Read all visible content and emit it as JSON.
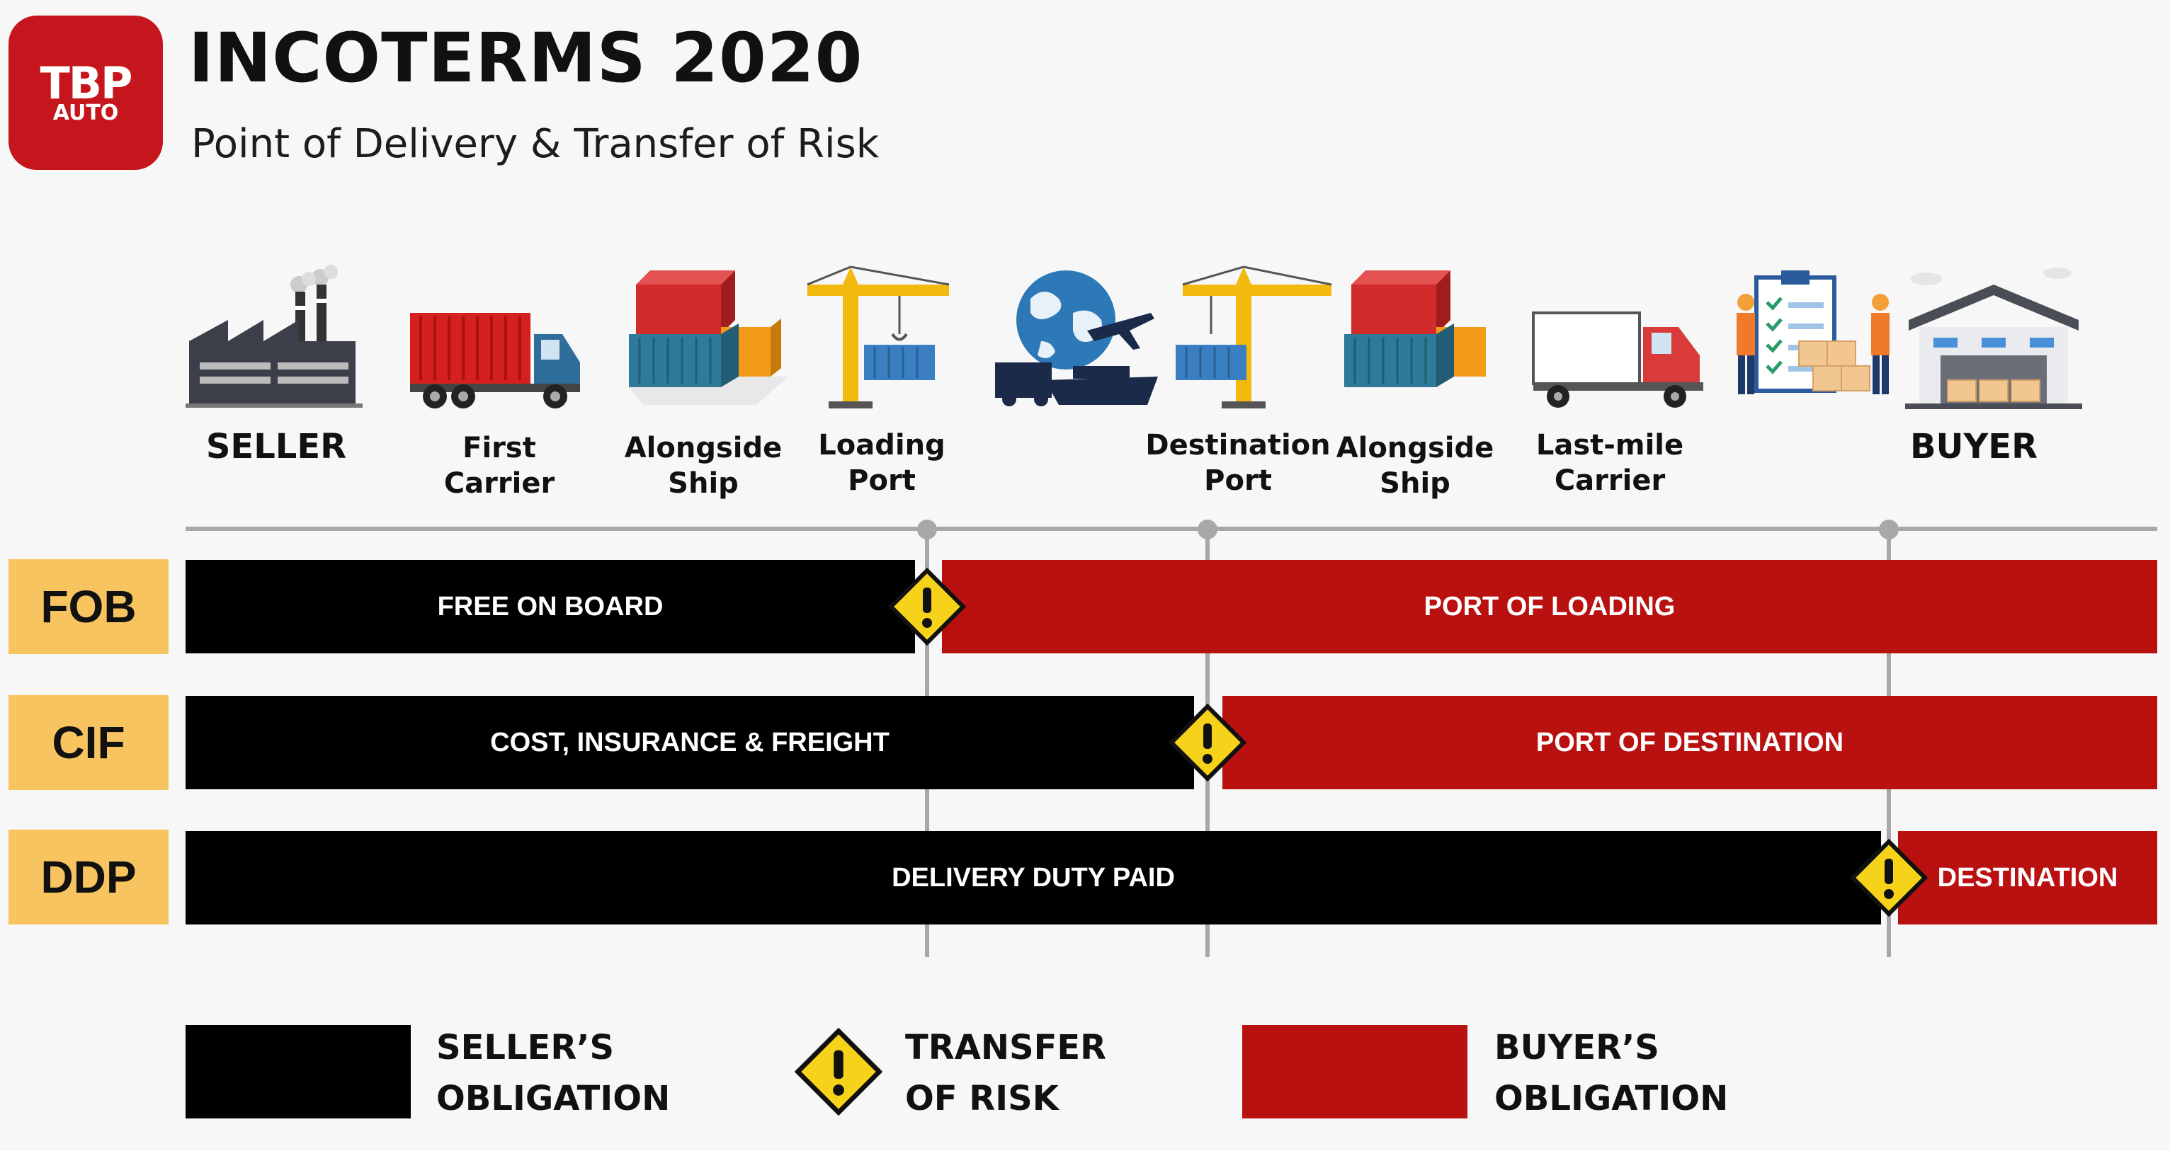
{
  "header": {
    "logo_line1": "TBP",
    "logo_line2": "AUTO",
    "title": "INCOTERMS 2020",
    "subtitle": "Point of Delivery & Transfer of Risk"
  },
  "stages": [
    {
      "label_line1": "SELLER",
      "label_line2": "",
      "icon": "factory-icon"
    },
    {
      "label_line1": "First",
      "label_line2": "Carrier",
      "icon": "red-truck-icon"
    },
    {
      "label_line1": "Alongside",
      "label_line2": "Ship",
      "icon": "containers-icon"
    },
    {
      "label_line1": "Loading",
      "label_line2": "Port",
      "icon": "port-crane-icon"
    },
    {
      "label_line1": "",
      "label_line2": "",
      "icon": "global-transport-icon"
    },
    {
      "label_line1": "Destination",
      "label_line2": "Port",
      "icon": "port-crane-icon"
    },
    {
      "label_line1": "Alongside",
      "label_line2": "Ship",
      "icon": "containers-icon"
    },
    {
      "label_line1": "Last-mile",
      "label_line2": "Carrier",
      "icon": "delivery-truck-icon"
    },
    {
      "label_line1": "",
      "label_line2": "",
      "icon": "warehouse-workers-icon"
    },
    {
      "label_line1": "BUYER",
      "label_line2": "",
      "icon": "warehouse-icon"
    }
  ],
  "rows": [
    {
      "code": "FOB",
      "seller_label": "FREE ON BOARD",
      "buyer_label": "PORT OF LOADING"
    },
    {
      "code": "CIF",
      "seller_label": "COST, INSURANCE & FREIGHT",
      "buyer_label": "PORT OF DESTINATION"
    },
    {
      "code": "DDP",
      "seller_label": "DELIVERY DUTY PAID",
      "buyer_label": "DESTINATION"
    }
  ],
  "legend": {
    "seller_line1": "SELLER’S",
    "seller_line2": "OBLIGATION",
    "risk_line1": "TRANSFER",
    "risk_line2": "OF RISK",
    "buyer_line1": "BUYER’S",
    "buyer_line2": "OBLIGATION"
  },
  "colors": {
    "seller": "#000000",
    "buyer": "#b91010",
    "tag": "#f8c45f",
    "warning": "#f6d21a",
    "brand": "#c4161c"
  }
}
